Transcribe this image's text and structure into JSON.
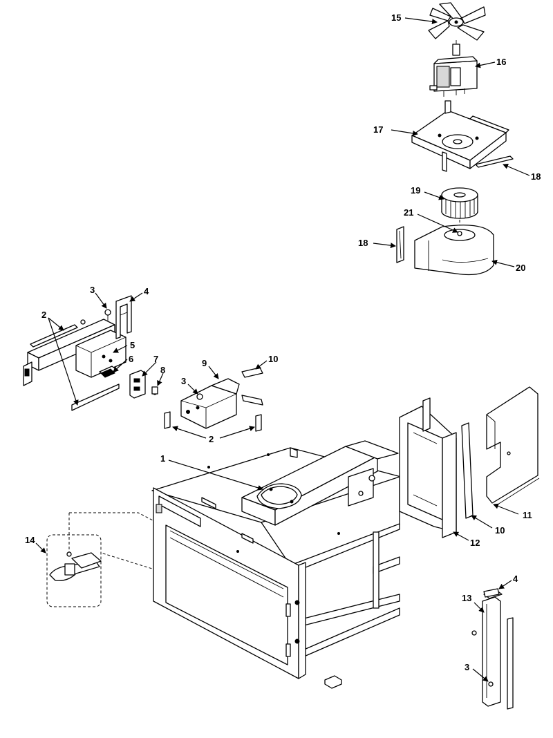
{
  "diagram": {
    "callouts": {
      "c1": "1",
      "c2a": "2",
      "c2b": "2",
      "c3a": "3",
      "c3b": "3",
      "c3c": "3",
      "c4a": "4",
      "c4b": "4",
      "c5": "5",
      "c6": "6",
      "c7": "7",
      "c8": "8",
      "c9": "9",
      "c10a": "10",
      "c10b": "10",
      "c11": "11",
      "c12": "12",
      "c13": "13",
      "c14": "14",
      "c15": "15",
      "c16": "16",
      "c17": "17",
      "c18a": "18",
      "c18b": "18",
      "c19": "19",
      "c20": "20",
      "c21": "21"
    }
  }
}
